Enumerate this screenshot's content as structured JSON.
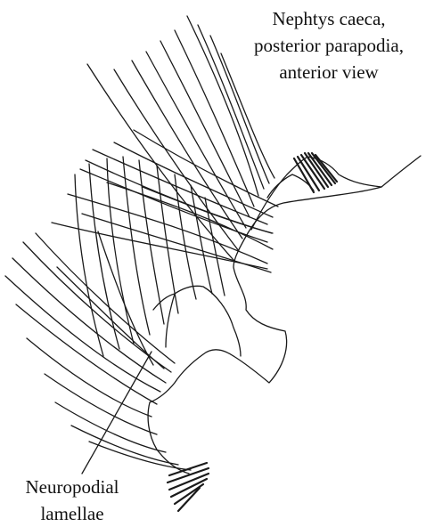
{
  "title": {
    "line1": "Nephtys caeca,",
    "line2": "posterior parapodia,",
    "line3": "anterior view"
  },
  "callout": {
    "line1": "Neuropodial",
    "line2": "lamellae"
  }
}
